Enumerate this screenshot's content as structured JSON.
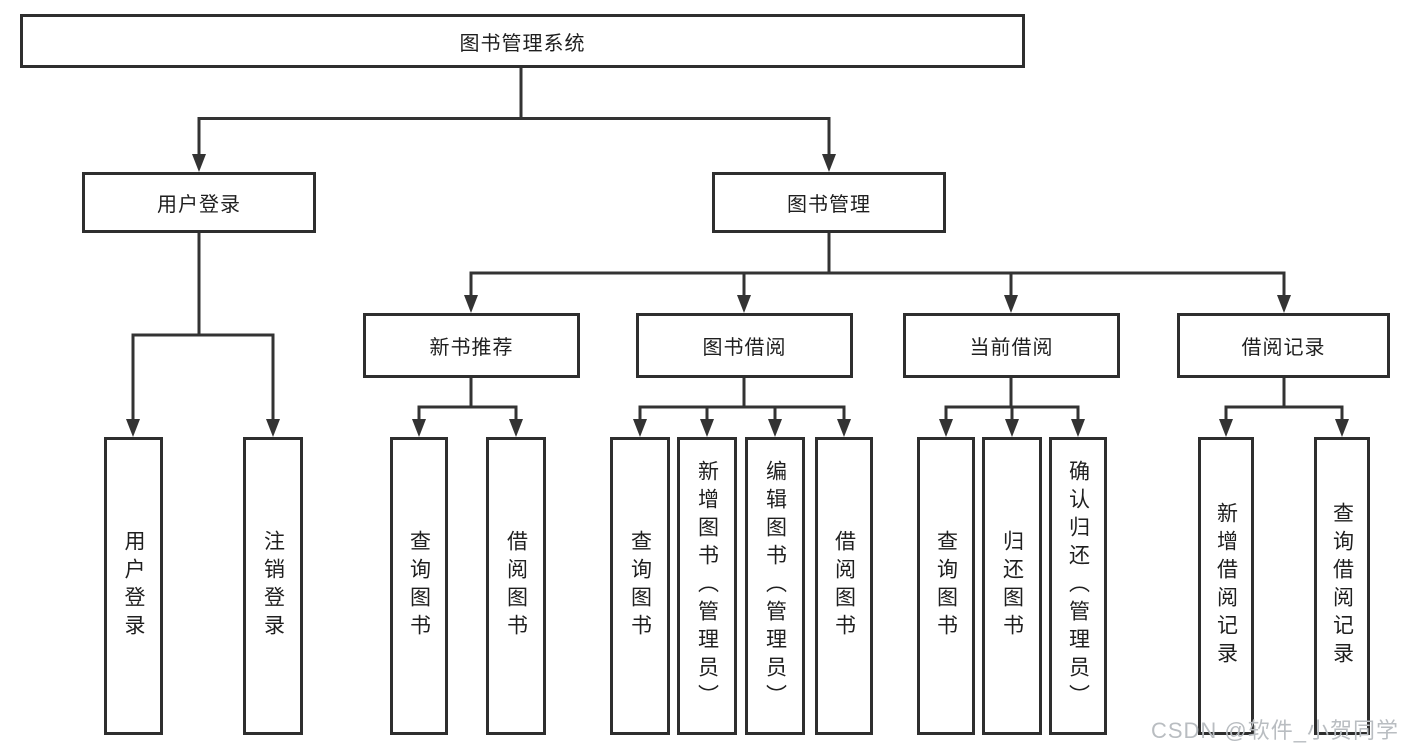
{
  "diagram": {
    "root_label": "图书管理系统",
    "branches": [
      {
        "label": "用户登录",
        "children": [
          {
            "label": "用户登录"
          },
          {
            "label": "注销登录"
          }
        ]
      },
      {
        "label": "图书管理",
        "children": [
          {
            "label": "新书推荐",
            "children": [
              {
                "label": "查询图书"
              },
              {
                "label": "借阅图书"
              }
            ]
          },
          {
            "label": "图书借阅",
            "children": [
              {
                "label": "查询图书"
              },
              {
                "label": "新增图书（管理员）"
              },
              {
                "label": "编辑图书（管理员）"
              },
              {
                "label": "借阅图书"
              }
            ]
          },
          {
            "label": "当前借阅",
            "children": [
              {
                "label": "查询图书"
              },
              {
                "label": "归还图书"
              },
              {
                "label": "确认归还（管理员）"
              }
            ]
          },
          {
            "label": "借阅记录",
            "children": [
              {
                "label": "新增借阅记录"
              },
              {
                "label": "查询借阅记录"
              }
            ]
          }
        ]
      }
    ]
  },
  "watermark": {
    "text": "CSDN @软件_小贺同学"
  },
  "colors": {
    "line": "#333333",
    "box_border": "#2e2e2e",
    "text": "#1f1f1f",
    "watermark": "#b9bdc1",
    "background": "#ffffff"
  }
}
